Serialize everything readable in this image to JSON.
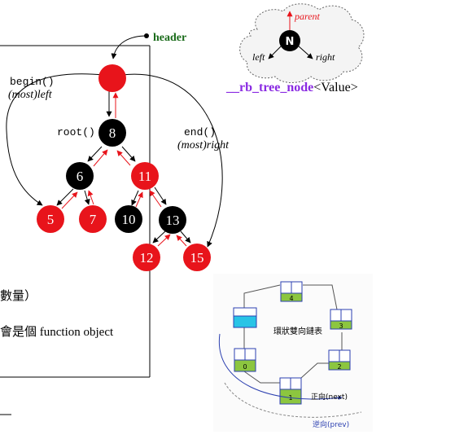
{
  "tree": {
    "header_label": "header",
    "begin_label": "begin()",
    "begin_sub": "(most)left",
    "root_label": "root()",
    "end_label": "end()",
    "end_sub": "(most)right",
    "nodes": [
      {
        "key": "header",
        "value": "",
        "color": "red"
      },
      {
        "key": "n8",
        "value": "8",
        "color": "black"
      },
      {
        "key": "n6",
        "value": "6",
        "color": "black"
      },
      {
        "key": "n11",
        "value": "11",
        "color": "red"
      },
      {
        "key": "n5",
        "value": "5",
        "color": "red"
      },
      {
        "key": "n7",
        "value": "7",
        "color": "red"
      },
      {
        "key": "n10",
        "value": "10",
        "color": "black"
      },
      {
        "key": "n13",
        "value": "13",
        "color": "black"
      },
      {
        "key": "n12",
        "value": "12",
        "color": "red"
      },
      {
        "key": "n15",
        "value": "15",
        "color": "red"
      }
    ]
  },
  "node_diagram": {
    "parent_label": "parent",
    "left_label": "left",
    "right_label": "right",
    "node_letter": "N",
    "caption_prefix": "__rb_tree_node",
    "caption_suffix": "<Value>"
  },
  "left_text": {
    "line1": "數量）",
    "line2": "會是個  function object"
  },
  "ring_list": {
    "title": "環狀雙向鏈表",
    "next_label": "正向(next)",
    "prev_label": "逆向(prev)",
    "node_numbers": [
      "4",
      "3",
      "2",
      "1",
      "0"
    ]
  },
  "colors": {
    "red": "#e8141b",
    "black": "#000000",
    "header_green": "#1a6b1a",
    "caption_purple": "#8a2be2",
    "list_blue": "#2b3fb0",
    "list_green": "#8cc63f",
    "list_cyan": "#29c4e6"
  }
}
